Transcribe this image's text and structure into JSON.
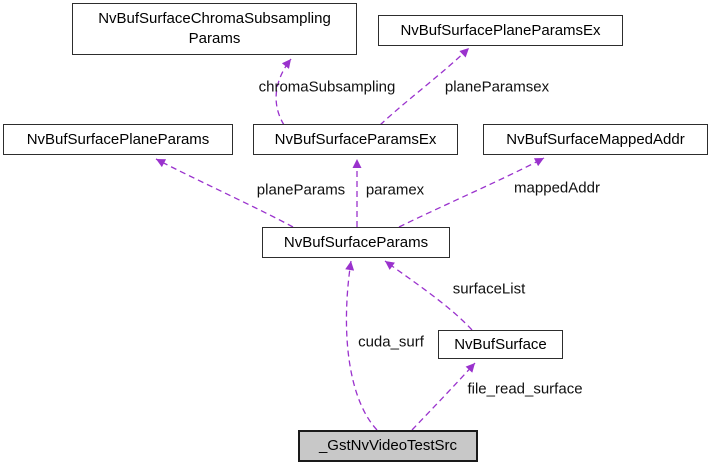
{
  "diagram": {
    "type": "collaboration-graph",
    "nodes": {
      "chroma": {
        "label": "NvBufSurfaceChromaSubsampling\nParams"
      },
      "plane_ex": {
        "label": "NvBufSurfacePlaneParamsEx"
      },
      "plane": {
        "label": "NvBufSurfacePlaneParams"
      },
      "params_ex": {
        "label": "NvBufSurfaceParamsEx"
      },
      "mapped": {
        "label": "NvBufSurfaceMappedAddr"
      },
      "params": {
        "label": "NvBufSurfaceParams"
      },
      "surface": {
        "label": "NvBufSurface"
      },
      "gst": {
        "label": "_GstNvVideoTestSrc"
      }
    },
    "edge_labels": {
      "chroma_subsampling": "chromaSubsampling",
      "plane_paramsex": "planeParamsex",
      "plane_params": "planeParams",
      "paramex": "paramex",
      "mapped_addr": "mappedAddr",
      "surface_list": "surfaceList",
      "cuda_surf": "cuda_surf",
      "file_read_surface": "file_read_surface"
    },
    "colors": {
      "arrow": "#9a32cd",
      "node_border": "#2d2d2d",
      "node_fill": "#ffffff",
      "highlight_fill": "#c8c8c8",
      "text": "#000000",
      "background": "#ffffff"
    }
  }
}
